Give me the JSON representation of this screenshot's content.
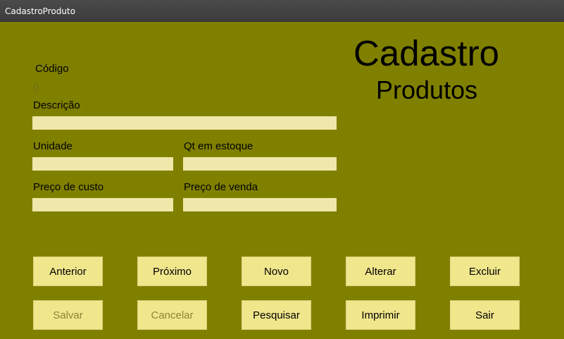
{
  "window": {
    "title": "CadastroProduto"
  },
  "heading": {
    "line1": "Cadastro",
    "line2": "Produtos"
  },
  "form": {
    "codigo_label": "Código",
    "codigo_value": "0",
    "descricao_label": "Descrição",
    "descricao_value": "",
    "unidade_label": "Unidade",
    "unidade_value": "",
    "qt_estoque_label": "Qt em estoque",
    "qt_estoque_value": "",
    "preco_custo_label": "Preço de custo",
    "preco_custo_value": "",
    "preco_venda_label": "Preço de venda",
    "preco_venda_value": ""
  },
  "buttons": {
    "anterior": "Anterior",
    "proximo": "Próximo",
    "novo": "Novo",
    "alterar": "Alterar",
    "excluir": "Excluir",
    "salvar": "Salvar",
    "cancelar": "Cancelar",
    "pesquisar": "Pesquisar",
    "imprimir": "Imprimir",
    "sair": "Sair"
  },
  "colors": {
    "background": "#808000",
    "field": "#efe8aa",
    "button": "#f0e68c",
    "titlebar": "#404040"
  }
}
